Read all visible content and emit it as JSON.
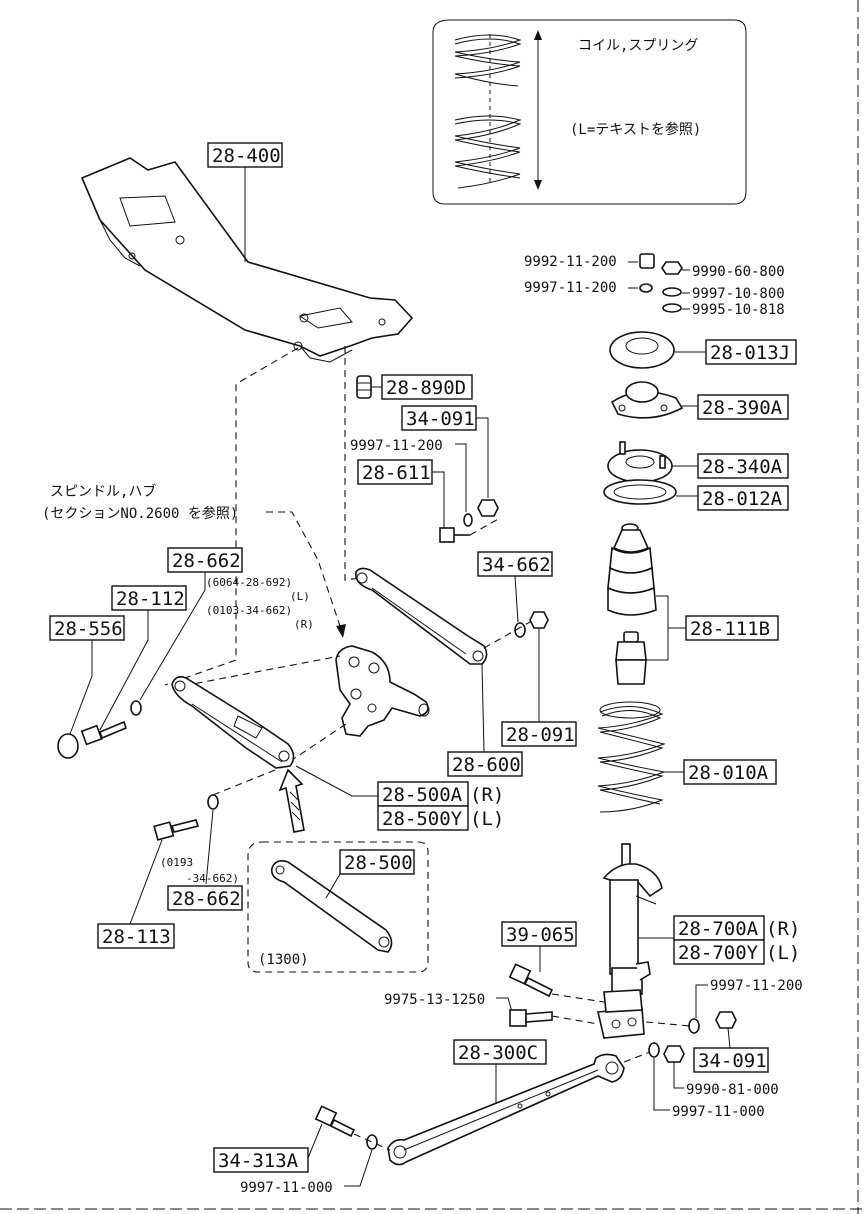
{
  "inset": {
    "spring_label": "コイル,スプリング",
    "note": "(L=テキストを参照)"
  },
  "hub_note": {
    "line1": "スピンドル,ハブ",
    "line2": "(セクションNO.2600 を参照)"
  },
  "variant_note": "(1300)",
  "parts": {
    "crossmember": "28-400",
    "bump_stopper": "28-890D",
    "nut_34091_top": "34-091",
    "washer_a": "9997-11-200",
    "bolt_28611": "28-611",
    "nut_34662": "34-662",
    "link_28600": "28-600",
    "nut_28091": "28-091",
    "washer_28662_upper": "28-662",
    "bolt_28112": "28-112",
    "cap_28556": "28-556",
    "arm_28500A": "28-500A",
    "arm_28500A_side": "(R)",
    "arm_28500Y": "28-500Y",
    "arm_28500Y_side": "(L)",
    "arm_28500": "28-500",
    "washer_28662_lower": "28-662",
    "bolt_28113": "28-113",
    "upper_nut_a": "9992-11-200",
    "upper_washer_a": "9997-11-200",
    "upper_nut_b": "9990-60-800",
    "upper_washer_b": "9997-10-800",
    "upper_washer_c": "9995-10-818",
    "mount_plate": "28-013J",
    "mount_rubber": "28-390A",
    "seat_28340A": "28-340A",
    "seat_28012A": "28-012A",
    "bound_stopper": "28-111B",
    "coil_spring": "28-010A",
    "strut_R": "28-700A",
    "strut_R_side": "(R)",
    "strut_L": "28-700Y",
    "strut_L_side": "(L)",
    "bolt_39065": "39-065",
    "bolt_9975": "9975-13-1250",
    "washer_right": "9997-11-200",
    "nut_34091_bottom": "34-091",
    "nut_9990": "9990-81-000",
    "washer_9997_000_a": "9997-11-000",
    "trailing_link": "28-300C",
    "bolt_34313A": "34-313A",
    "washer_9997_000_b": "9997-11-000"
  },
  "alt_refs": {
    "upper_l1": "(6064-28-692)",
    "upper_l2": "(L)",
    "upper_l3": "(0103-34-662)",
    "upper_l4": "(R)",
    "lower_l1": "(0193",
    "lower_l2": "-34-662)"
  }
}
